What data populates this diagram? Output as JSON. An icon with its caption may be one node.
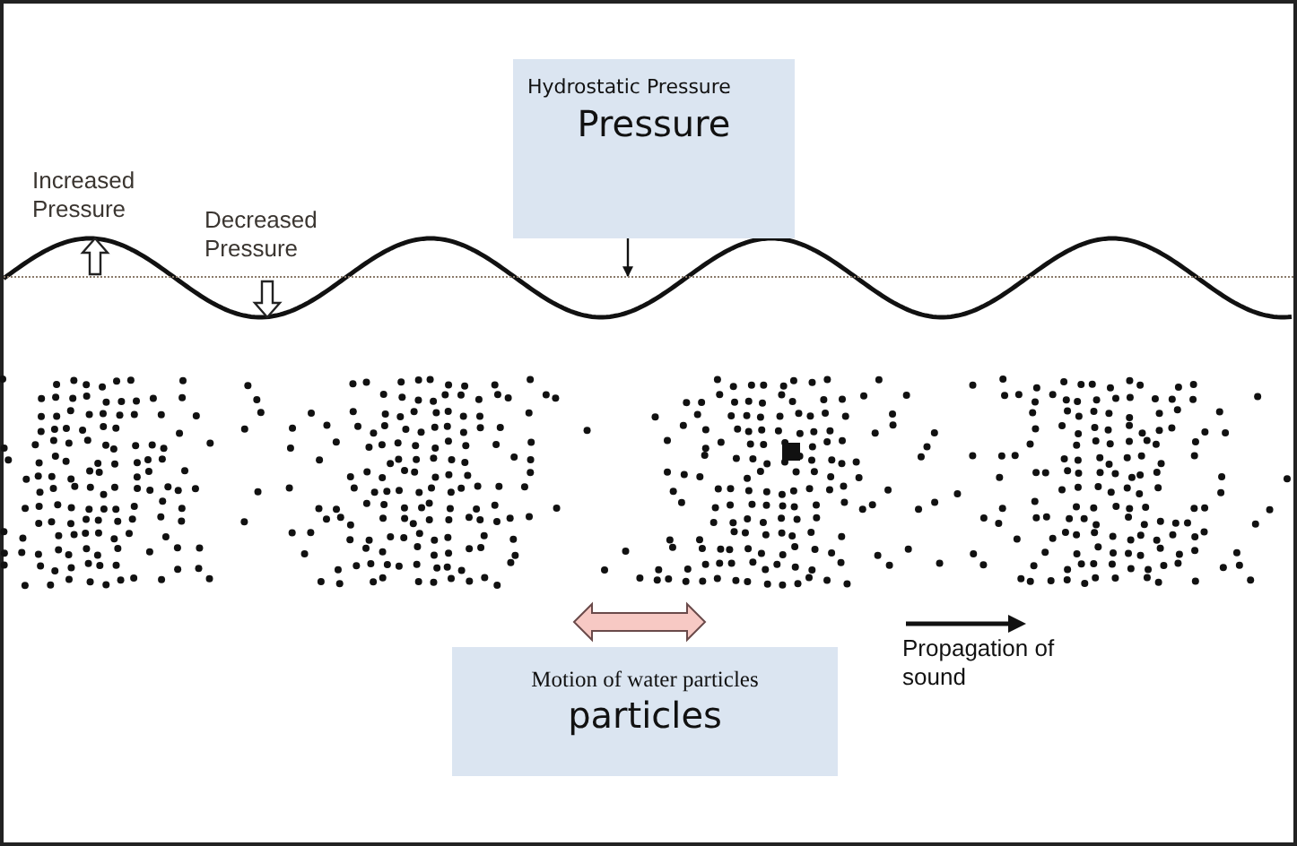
{
  "diagram": {
    "nodes": [
      {
        "text": [
          "Hydrostatic Pressure",
          "Pressure"
        ]
      },
      {
        "text": [
          "Motion of water particles",
          "particles"
        ]
      },
      {
        "text": [],
        "shape": "line"
      }
    ],
    "edges": [
      {
        "from": 0,
        "to": 2,
        "arrow": "to"
      }
    ],
    "labels": [
      "Increased Pressure",
      "Decreased Pressure",
      "Propagation of sound"
    ]
  }
}
